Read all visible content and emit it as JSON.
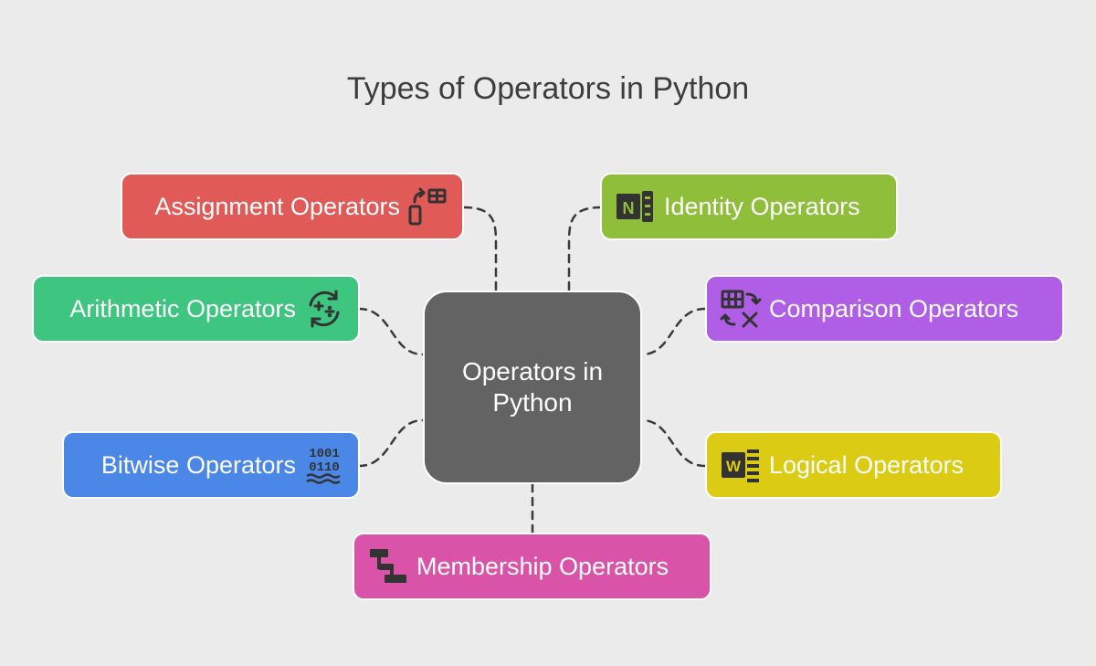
{
  "title": "Types of Operators in Python",
  "center": {
    "label": "Operators in Python",
    "color": "#636363"
  },
  "nodes": {
    "assignment": {
      "label": "Assignment Operators",
      "color": "#e05a57",
      "icon": "assignment-icon"
    },
    "identity": {
      "label": "Identity Operators",
      "color": "#8fbe3a",
      "icon": "identity-icon"
    },
    "arithmetic": {
      "label": "Arithmetic Operators",
      "color": "#3ec57f",
      "icon": "arithmetic-icon"
    },
    "comparison": {
      "label": "Comparison Operators",
      "color": "#b05ee5",
      "icon": "comparison-icon"
    },
    "bitwise": {
      "label": "Bitwise Operators",
      "color": "#4a87e6",
      "icon": "bitwise-icon",
      "icon_text": [
        "1001",
        "0110"
      ]
    },
    "logical": {
      "label": "Logical Operators",
      "color": "#dccb15",
      "icon": "logical-icon",
      "icon_text": "W"
    },
    "membership": {
      "label": "Membership Operators",
      "color": "#d954a9",
      "icon": "membership-icon"
    }
  }
}
